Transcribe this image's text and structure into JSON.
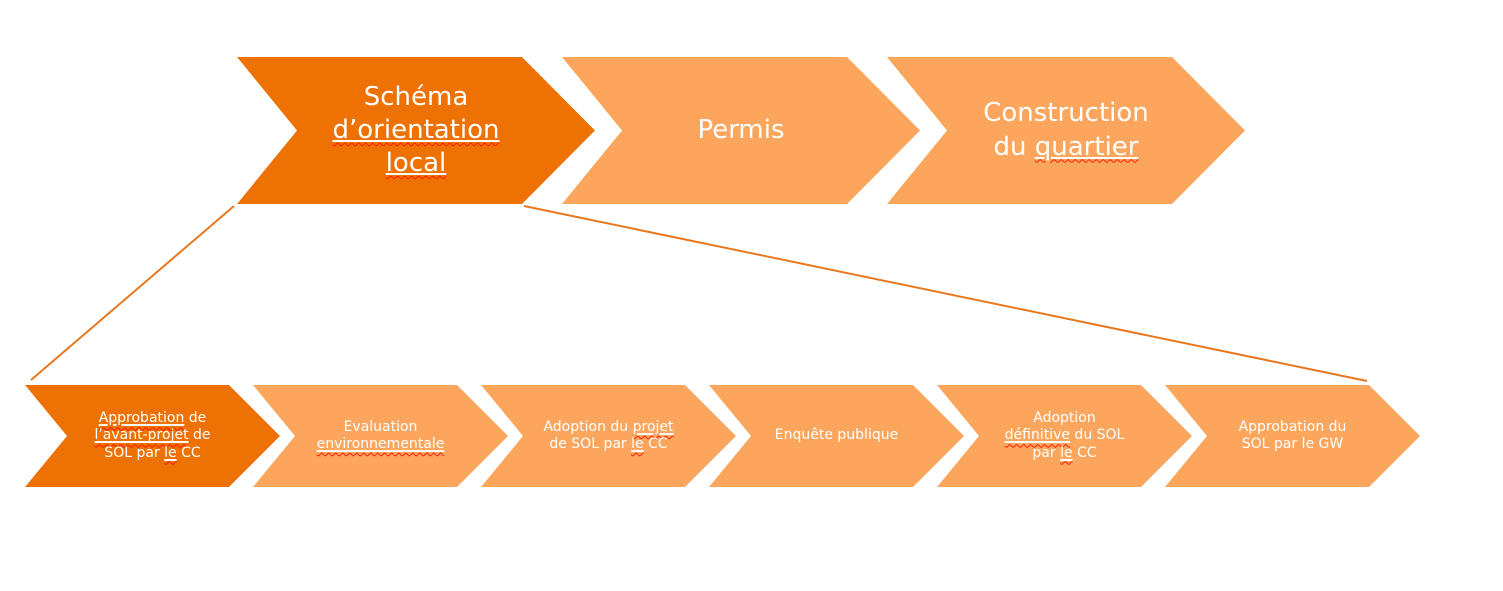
{
  "diagram": {
    "type": "chevron-process",
    "colors": {
      "dark_orange": "#ED7203",
      "light_orange": "#FCA65D",
      "connector_line": "#E8771E",
      "squiggle_red": "#FF1A00",
      "text": "#FFFFFF",
      "background": "#FFFFFF"
    },
    "main_process": {
      "steps": [
        {
          "name": "schema-orientation-local",
          "variant": "dark",
          "segments": [
            {
              "text": "Schéma "
            },
            {
              "text": "d’orientation",
              "misspelled": true
            },
            {
              "text": " "
            },
            {
              "text": "local",
              "misspelled": true
            }
          ]
        },
        {
          "name": "permis",
          "variant": "light",
          "segments": [
            {
              "text": "Permis"
            }
          ]
        },
        {
          "name": "construction-du-quartier",
          "variant": "light",
          "segments": [
            {
              "text": "Construction du "
            },
            {
              "text": "quartier",
              "misspelled": true
            }
          ]
        }
      ]
    },
    "sub_process": {
      "steps": [
        {
          "name": "approbation-avant-projet-sol-cc",
          "variant": "dark",
          "segments": [
            {
              "text": "Approbation",
              "misspelled": true
            },
            {
              "text": " de "
            },
            {
              "text": "l’avant-projet",
              "misspelled": true
            },
            {
              "text": " de SOL par "
            },
            {
              "text": "le",
              "misspelled": true
            },
            {
              "text": " CC"
            }
          ]
        },
        {
          "name": "evaluation-environnementale",
          "variant": "light",
          "segments": [
            {
              "text": "Evaluation "
            },
            {
              "text": "environnementale",
              "misspelled": true
            }
          ]
        },
        {
          "name": "adoption-projet-sol-cc",
          "variant": "light",
          "segments": [
            {
              "text": "Adoption du "
            },
            {
              "text": "projet",
              "misspelled": true
            },
            {
              "text": " de SOL par "
            },
            {
              "text": "le",
              "misspelled": true
            },
            {
              "text": " CC"
            }
          ]
        },
        {
          "name": "enquete-publique",
          "variant": "light",
          "segments": [
            {
              "text": "Enquête publique"
            }
          ]
        },
        {
          "name": "adoption-definitive-sol-cc",
          "variant": "light",
          "segments": [
            {
              "text": "Adoption "
            },
            {
              "text": "définitive",
              "misspelled": true
            },
            {
              "text": " du SOL par "
            },
            {
              "text": "le",
              "misspelled": true
            },
            {
              "text": " CC"
            }
          ]
        },
        {
          "name": "approbation-sol-gw",
          "variant": "light",
          "segments": [
            {
              "text": "Approbation du SOL par le GW"
            }
          ]
        }
      ]
    }
  }
}
